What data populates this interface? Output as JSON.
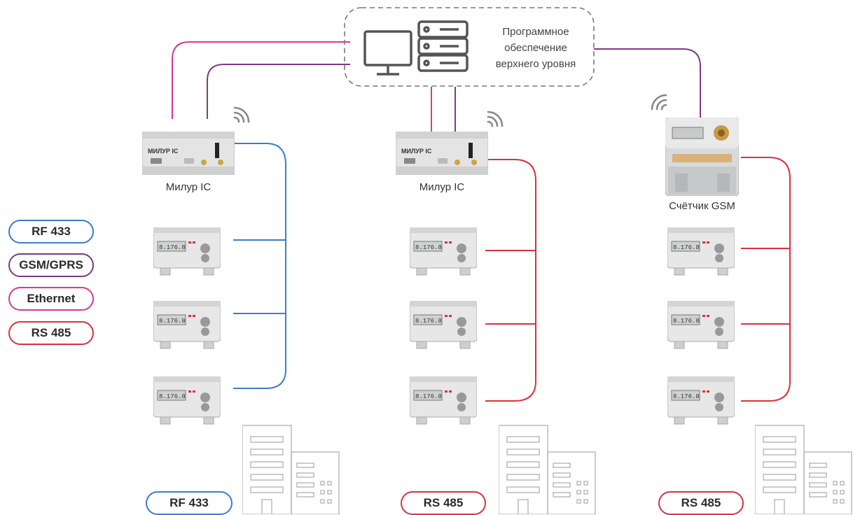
{
  "software": {
    "line1": "Программное",
    "line2": "обеспечение",
    "line3": "верхнего уровня"
  },
  "legend": [
    {
      "label": "RF 433",
      "color": "#3d7cc9"
    },
    {
      "label": "GSM/GPRS",
      "color": "#7b3b86"
    },
    {
      "label": "Ethernet",
      "color": "#d6398f"
    },
    {
      "label": "RS 485",
      "color": "#d8323c"
    }
  ],
  "nodes": [
    {
      "device_label": "Милур IC",
      "bus_label": "RF 433",
      "bus_color": "#3d7cc9"
    },
    {
      "device_label": "Милур IC",
      "bus_label": "RS 485",
      "bus_color": "#d8323c"
    },
    {
      "device_label": "Счётчик GSM",
      "bus_label": "RS 485",
      "bus_color": "#d8323c"
    }
  ],
  "device_brand": "МИЛУР IC",
  "meter_display": "8.176.8",
  "colors": {
    "rf": "#3d7cc9",
    "gsm": "#7b3b86",
    "ethernet": "#d6398f",
    "rs485": "#d8323c"
  }
}
